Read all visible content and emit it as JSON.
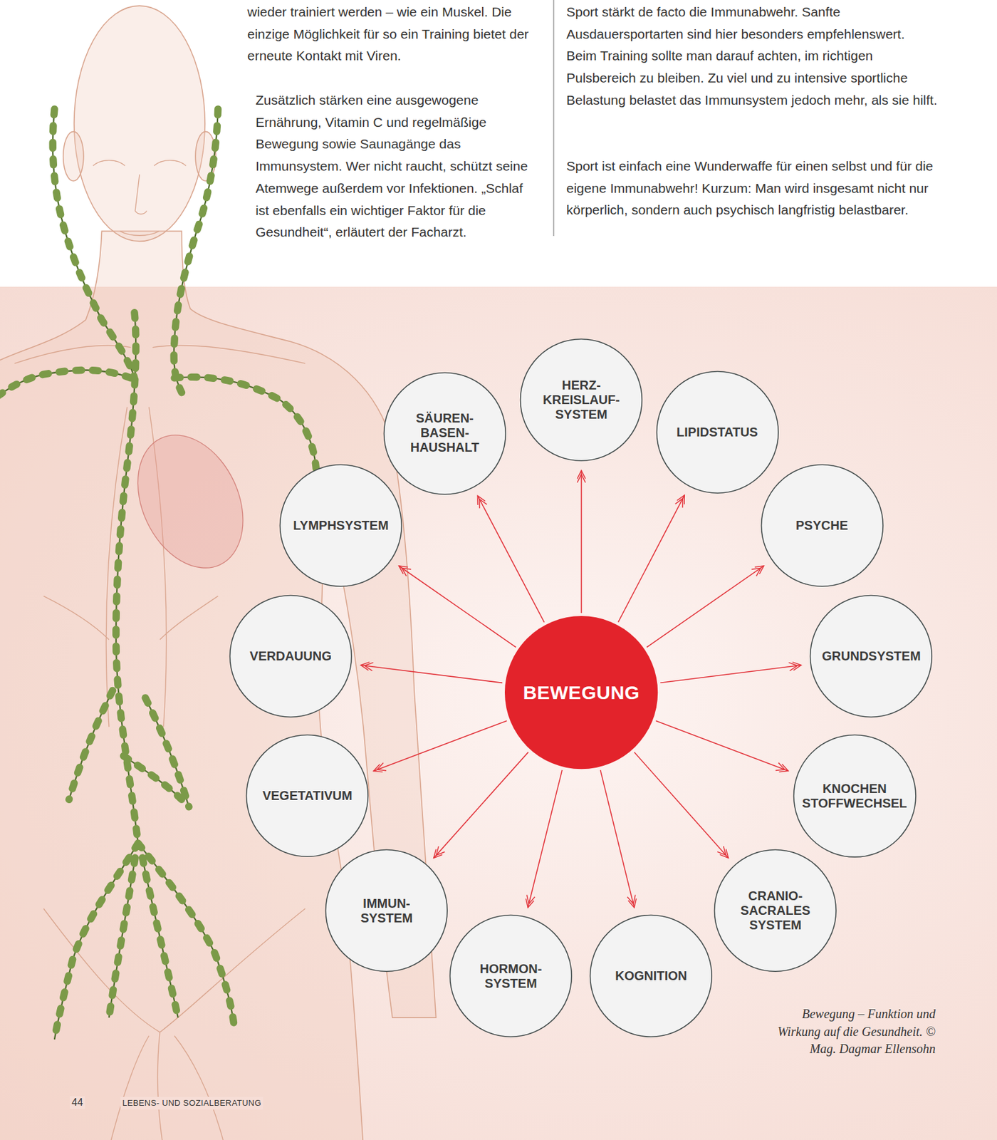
{
  "diagram": {
    "caption": "Bewegung – Funktion und Wirkung auf die Gesundheit. © Mag. Dagmar Ellensohn",
    "nodes": [
      {
        "text": [
          "BEWEGUNG"
        ]
      },
      {
        "text": [
          "HERZ- KREISLAUF- SYSTEM"
        ]
      },
      {
        "text": [
          "LIPIDSTATUS"
        ]
      },
      {
        "text": [
          "PSYCHE"
        ]
      },
      {
        "text": [
          "GRUNDSYSTEM"
        ]
      },
      {
        "text": [
          "KNOCHEN STOFFWECHSEL"
        ]
      },
      {
        "text": [
          "CRANIO- SACRALES SYSTEM"
        ]
      },
      {
        "text": [
          "KOGNITION"
        ]
      },
      {
        "text": [
          "HORMON- SYSTEM"
        ]
      },
      {
        "text": [
          "IMMUN- SYSTEM"
        ]
      },
      {
        "text": [
          "VEGETATIVUM"
        ]
      },
      {
        "text": [
          "VERDAUUNG"
        ]
      },
      {
        "text": [
          "LYMPHSYSTEM"
        ]
      },
      {
        "text": [
          "SÄUREN- BASEN- HAUSHALT"
        ]
      }
    ],
    "edges": [
      {
        "from": 0,
        "to": 1,
        "arrow": "to"
      },
      {
        "from": 0,
        "to": 2,
        "arrow": "to"
      },
      {
        "from": 0,
        "to": 3,
        "arrow": "to"
      },
      {
        "from": 0,
        "to": 4,
        "arrow": "to"
      },
      {
        "from": 0,
        "to": 5,
        "arrow": "to"
      },
      {
        "from": 0,
        "to": 6,
        "arrow": "to"
      },
      {
        "from": 0,
        "to": 7,
        "arrow": "to"
      },
      {
        "from": 0,
        "to": 8,
        "arrow": "to"
      },
      {
        "from": 0,
        "to": 9,
        "arrow": "to"
      },
      {
        "from": 0,
        "to": 10,
        "arrow": "to"
      },
      {
        "from": 0,
        "to": 11,
        "arrow": "to"
      },
      {
        "from": 0,
        "to": 12,
        "arrow": "to"
      },
      {
        "from": 0,
        "to": 13,
        "arrow": "to"
      }
    ],
    "labels": [
      "wieder trainiert werden – wie ein Muskel. Die einzige Möglichkeit für so ein Training bietet der erneute Kontakt mit Viren.",
      "Zusätzlich stärken eine ausgewogene Ernährung, Vitamin C und regelmäßige Bewegung sowie Saunagänge das Immunsystem. Wer nicht raucht, schützt seine Atemwege außerdem vor Infektionen. „Schlaf ist ebenfalls ein wichtiger Faktor für die Gesundheit“, erläutert der Facharzt.",
      "Sport stärkt de facto die Immunabwehr. Sanfte Ausdauersportarten sind hier besonders empfehlenswert. Beim Training sollte man darauf achten, im richtigen Pulsbereich zu bleiben. Zu viel und zu intensive sportliche Belastung belastet das Immunsystem jedoch mehr, als sie hilft.",
      "Sport ist einfach eine Wunderwaffe für einen selbst und für die eigene Immunabwehr! Kurzum: Man wird insgesamt nicht nur körperlich, sondern auch psychisch langfristig belastbarer.",
      "44",
      "LEBENS- UND SOZIALBERATUNG"
    ]
  }
}
